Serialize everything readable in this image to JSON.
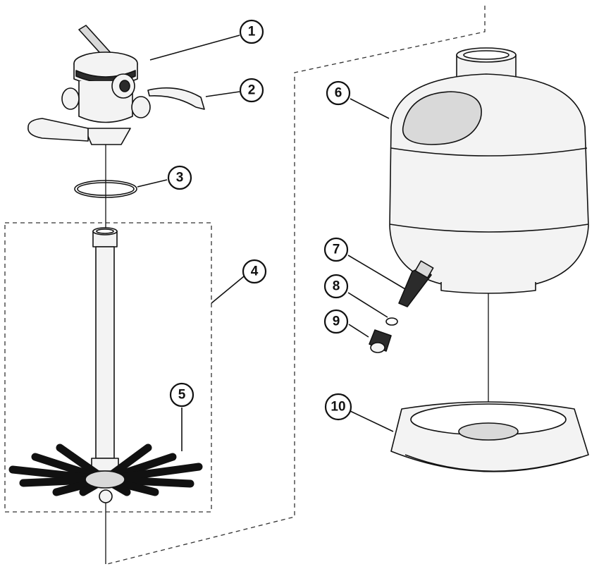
{
  "colors": {
    "ink": "#111111",
    "body_fill": "#f3f3f3",
    "dark_fill": "#2b2b2b",
    "mid_fill": "#d9d9d9"
  },
  "callouts": [
    {
      "id": "1",
      "label": "1",
      "part": "multiport-valve"
    },
    {
      "id": "2",
      "label": "2",
      "part": "valve-clamp"
    },
    {
      "id": "3",
      "label": "3",
      "part": "o-ring"
    },
    {
      "id": "4",
      "label": "4",
      "part": "standpipe-lateral-assembly"
    },
    {
      "id": "5",
      "label": "5",
      "part": "laterals"
    },
    {
      "id": "6",
      "label": "6",
      "part": "filter-tank"
    },
    {
      "id": "7",
      "label": "7",
      "part": "drain-tube"
    },
    {
      "id": "8",
      "label": "8",
      "part": "drain-o-ring"
    },
    {
      "id": "9",
      "label": "9",
      "part": "drain-cap"
    },
    {
      "id": "10",
      "label": "10",
      "part": "tank-base"
    }
  ]
}
